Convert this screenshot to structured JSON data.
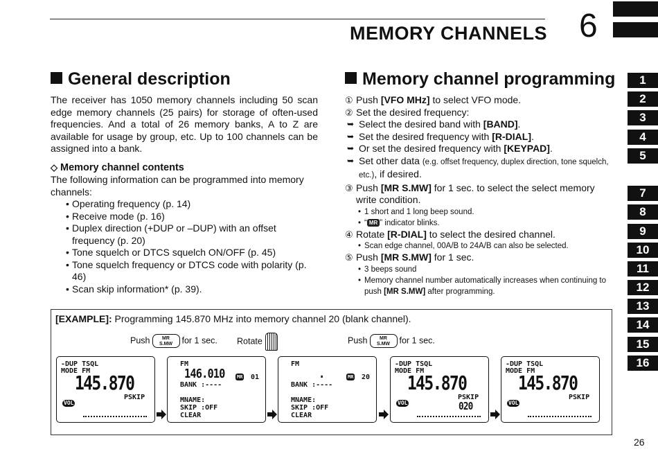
{
  "header": {
    "chapter_title": "MEMORY CHANNELS",
    "chapter_number": "6"
  },
  "left": {
    "heading": "General description",
    "intro": "The receiver has 1050 memory channels including 50 scan edge memory channels (25 pairs) for storage of often-used frequencies. And a total of 26 memory banks, A to Z are available for usage by group, etc. Up to 100 channels can be assigned into a bank.",
    "subheading": "Memory channel contents",
    "contents_intro": "The following information can be programmed into memory channels:",
    "bullets": [
      "Operating frequency (p. 14)",
      "Receive mode (p. 16)",
      "Duplex direction (+DUP or –DUP) with an offset frequency (p. 20)",
      "Tone squelch or DTCS squelch ON/OFF (p. 45)",
      "Tone squelch frequency or DTCS code with polarity (p. 46)",
      "Scan skip information* (p. 39)."
    ]
  },
  "right": {
    "heading": "Memory channel programming",
    "steps": {
      "s1_num": "①",
      "s1_pre": "Push ",
      "s1_key": "[VFO MHz]",
      "s1_post": " to select VFO mode.",
      "s2_num": "②",
      "s2_text": "Set the desired frequency:",
      "s2_a_pre": "Select the desired band with ",
      "s2_a_key": "[BAND]",
      "s2_a_post": ".",
      "s2_b_pre": "Set the desired frequency with ",
      "s2_b_key": "[R-DIAL]",
      "s2_b_post": ".",
      "s2_c_pre": "Or set the desired frequency with ",
      "s2_c_key": "[KEYPAD]",
      "s2_c_post": ".",
      "s2_d_pre": "Set other data ",
      "s2_d_small": "(e.g. offset frequency, duplex direction, tone squelch, etc.)",
      "s2_d_post": ", if desired.",
      "s3_num": "③",
      "s3_pre": "Push ",
      "s3_key": "[MR S.MW]",
      "s3_post": " for 1 sec. to select the select memory write condition.",
      "s3_n1": "1 short and 1 long beep sound.",
      "s3_n2_pre": "“",
      "s3_n2_badge": "MR",
      "s3_n2_post": "” indicator blinks.",
      "s4_num": "④",
      "s4_pre": "Rotate ",
      "s4_key": "[R-DIAL]",
      "s4_post": " to select the desired channel.",
      "s4_n1": "Scan edge channel, 00A/B to 24A/B can also be selected.",
      "s5_num": "⑤",
      "s5_pre": "Push ",
      "s5_key": "[MR S.MW]",
      "s5_post": " for 1 sec.",
      "s5_n1": "3 beeps sound",
      "s5_n2_pre": "Memory channel number automatically increases when continuing to push ",
      "s5_n2_key": "[MR S.MW]",
      "s5_n2_post": " after programming."
    }
  },
  "tabs": [
    "1",
    "2",
    "3",
    "4",
    "5",
    "6",
    "7",
    "8",
    "9",
    "10",
    "11",
    "12",
    "13",
    "14",
    "15",
    "16"
  ],
  "active_tab": "6",
  "example": {
    "label": "[EXAMPLE]:",
    "text": " Programming 145.870 MHz into memory channel 20 (blank channel).",
    "push1_pre": "Push",
    "push1_key_top": "MR",
    "push1_key_bot": "S.MW",
    "push1_post": "for 1 sec.",
    "rotate": "Rotate",
    "push2_pre": "Push",
    "push2_key_top": "MR",
    "push2_key_bot": "S.MW",
    "push2_post": "for 1 sec."
  },
  "displays": [
    {
      "line1": "-DUP TSQL",
      "line2": "MODE FM",
      "freq": "145.870",
      "right": "PSKIP",
      "pill": "VOL"
    },
    {
      "line1": "FM",
      "freq_mid": "146.010",
      "mr": "MR",
      "ch": "01",
      "bank": "BANK :----",
      "mname": "MNAME:",
      "skip": "SKIP :OFF",
      "clear": "CLEAR"
    },
    {
      "line1": "FM",
      "freq_mid": ".",
      "mr": "MR",
      "ch": "20",
      "bank": "BANK :----",
      "mname": "MNAME:",
      "skip": "SKIP :OFF",
      "clear": "CLEAR"
    },
    {
      "line1": "-DUP TSQL",
      "line2": "MODE FM",
      "freq": "145.870",
      "right": "PSKIP",
      "ch": "020",
      "pill": "VOL"
    },
    {
      "line1": "-DUP TSQL",
      "line2": "MODE FM",
      "freq": "145.870",
      "right": "PSKIP",
      "pill": "VOL"
    }
  ],
  "page_number": "26"
}
